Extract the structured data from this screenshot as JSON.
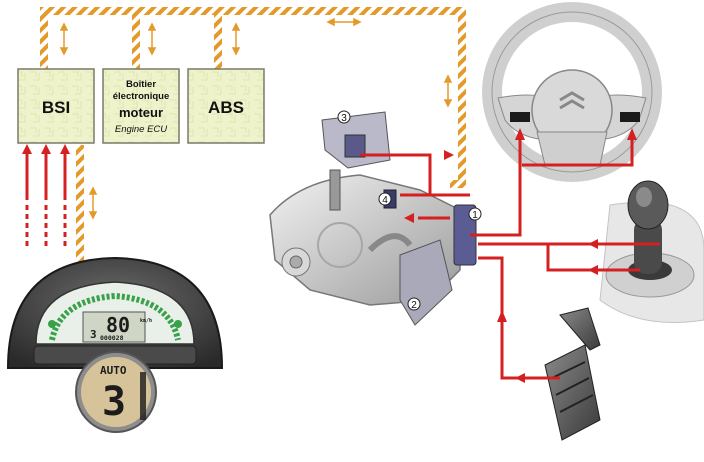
{
  "ecus": {
    "bsi": "BSI",
    "engine_line1": "Boîtier",
    "engine_line2": "électronique",
    "engine_line3": "moteur",
    "engine_sub": "Engine ECU",
    "abs": "ABS"
  },
  "callouts": [
    "1",
    "2",
    "3",
    "4"
  ],
  "dashboard": {
    "speed": "80",
    "speed_unit": "km/h",
    "gear_small": "3",
    "odometer": "000028",
    "zoom_mode": "AUTO",
    "zoom_gear": "3"
  },
  "colors": {
    "bus_stripe_a": "#e39a2a",
    "bus_stripe_b": "#ffffff",
    "wire": "#d42020",
    "ecu_fill": "#eef3cc",
    "ecu_border": "#7a7a6a"
  }
}
